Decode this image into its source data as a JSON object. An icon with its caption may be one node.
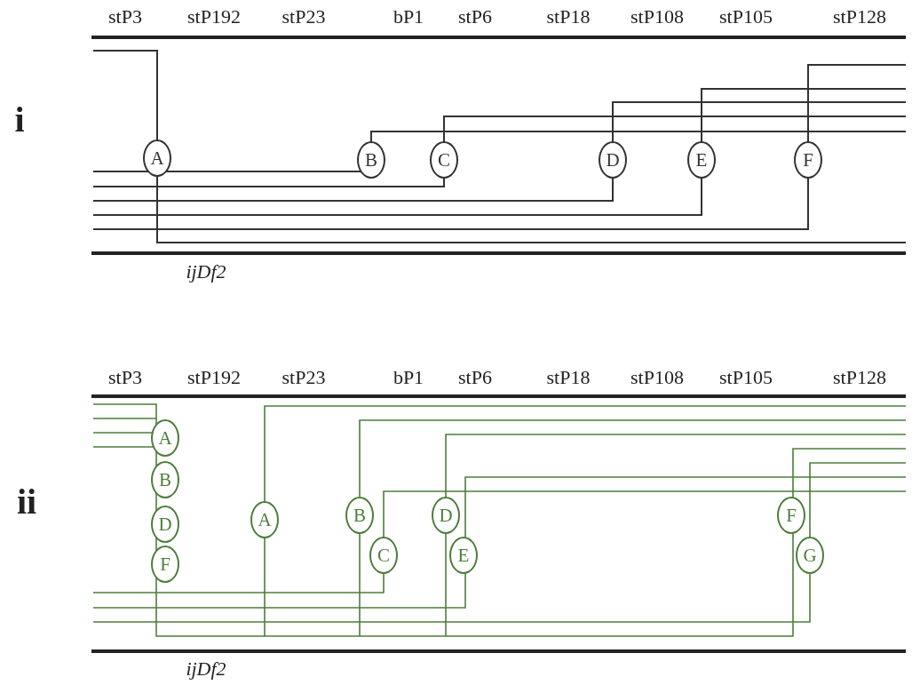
{
  "diagram": {
    "nodes": [
      {
        "text": [
          "A"
        ]
      },
      {
        "text": [
          "B"
        ]
      },
      {
        "text": [
          "C"
        ]
      },
      {
        "text": [
          "D"
        ]
      },
      {
        "text": [
          "E"
        ]
      },
      {
        "text": [
          "F"
        ]
      },
      {
        "text": [
          "A"
        ]
      },
      {
        "text": [
          "B"
        ]
      },
      {
        "text": [
          "D"
        ]
      },
      {
        "text": [
          "F"
        ]
      },
      {
        "text": [
          "A"
        ]
      },
      {
        "text": [
          "B"
        ]
      },
      {
        "text": [
          "C"
        ]
      },
      {
        "text": [
          "D"
        ]
      },
      {
        "text": [
          "E"
        ]
      },
      {
        "text": [
          "F"
        ]
      },
      {
        "text": [
          "G"
        ]
      }
    ],
    "labels": [
      "stP3",
      "stP192",
      "stP23",
      "bP1",
      "stP6",
      "stP18",
      "stP108",
      "stP105",
      "stP128",
      "i",
      "ijDf2",
      "stP3",
      "stP192",
      "stP23",
      "bP1",
      "stP6",
      "stP18",
      "stP108",
      "stP105",
      "stP128",
      "ii",
      "ijDf2"
    ]
  }
}
